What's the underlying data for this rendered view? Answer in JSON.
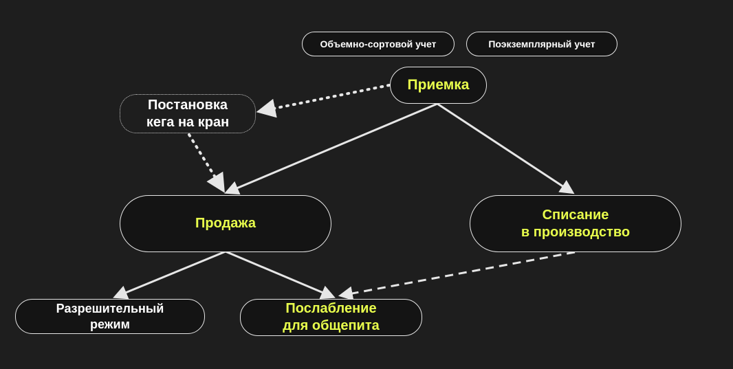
{
  "legend": {
    "tag_volume": "Объемно-сортовой учет",
    "tag_item": "Поэкземплярный учет"
  },
  "nodes": {
    "priemka": "Приемка",
    "keg": "Постановка\nкега на кран",
    "prodazha": "Продажа",
    "spisanie": "Списание\nв производство",
    "razresh": "Разрешительный\nрежим",
    "poslablenie": "Послабление\nдля общепита"
  },
  "colors": {
    "background": "#1e1e1e",
    "node_fill": "#141414",
    "border": "#e6e6e6",
    "accent_text": "#e9ff4c",
    "plain_text": "#ffffff"
  }
}
